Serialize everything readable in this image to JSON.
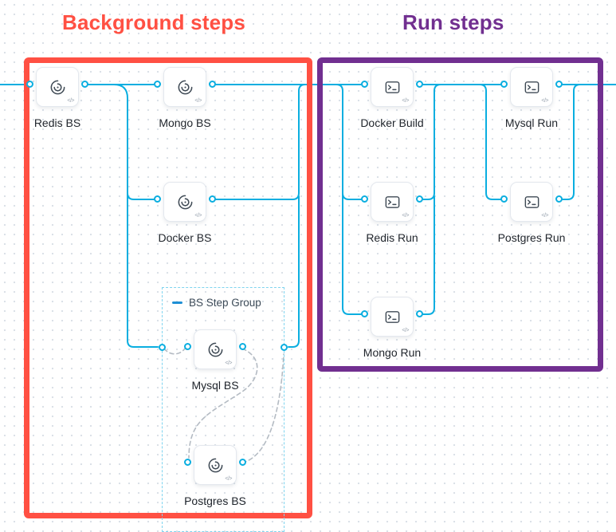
{
  "titles": {
    "background": "Background steps",
    "run": "Run steps"
  },
  "colors": {
    "background_accent": "#ff5043",
    "run_accent": "#712f90",
    "connector": "#0aaee0",
    "group_border": "#7fd4ef",
    "dashed_connector": "#b4bbc3"
  },
  "group": {
    "label": "BS Step Group"
  },
  "node_glyph": "</>",
  "nodes": {
    "redis_bs": {
      "label": "Redis BS",
      "icon": "background-step-icon"
    },
    "mongo_bs": {
      "label": "Mongo BS",
      "icon": "background-step-icon"
    },
    "docker_bs": {
      "label": "Docker BS",
      "icon": "background-step-icon"
    },
    "mysql_bs": {
      "label": "Mysql BS",
      "icon": "background-step-icon"
    },
    "postgres_bs": {
      "label": "Postgres BS",
      "icon": "background-step-icon"
    },
    "docker_build": {
      "label": "Docker Build",
      "icon": "run-step-icon"
    },
    "mysql_run": {
      "label": "Mysql Run",
      "icon": "run-step-icon"
    },
    "redis_run": {
      "label": "Redis Run",
      "icon": "run-step-icon"
    },
    "postgres_run": {
      "label": "Postgres Run",
      "icon": "run-step-icon"
    },
    "mongo_run": {
      "label": "Mongo Run",
      "icon": "run-step-icon"
    }
  }
}
